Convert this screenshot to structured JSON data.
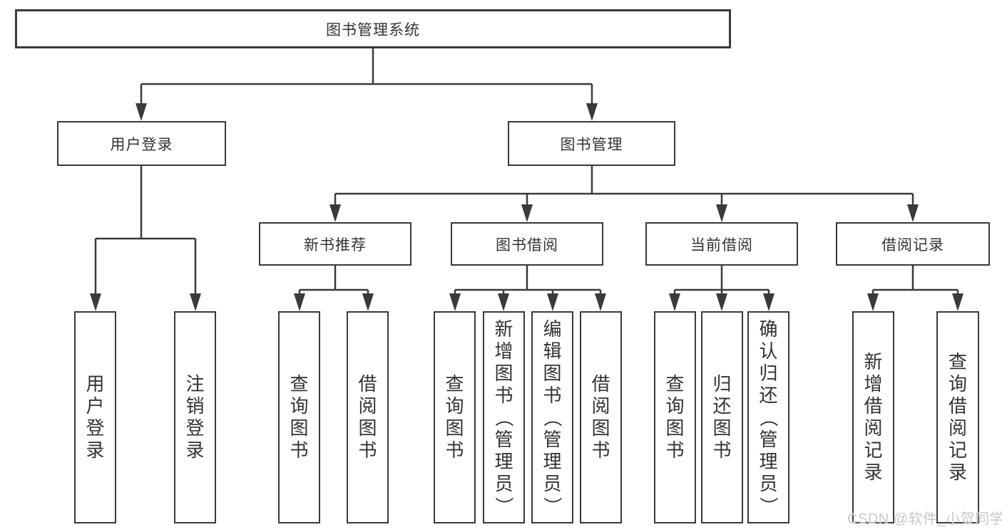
{
  "diagram": {
    "title": "图书管理系统",
    "branches": [
      {
        "label": "用户登录",
        "children": [
          "用户登录",
          "注销登录"
        ]
      },
      {
        "label": "图书管理",
        "sections": [
          {
            "label": "新书推荐",
            "children": [
              "查询图书",
              "借阅图书"
            ]
          },
          {
            "label": "图书借阅",
            "children": [
              "查询图书",
              "新增图书（管理员）",
              "编辑图书（管理员）",
              "借阅图书"
            ]
          },
          {
            "label": "当前借阅",
            "children": [
              "查询图书",
              "归还图书",
              "确认归还（管理员）"
            ]
          },
          {
            "label": "借阅记录",
            "children": [
              "新增借阅记录",
              "查询借阅记录"
            ]
          }
        ]
      }
    ]
  },
  "watermark": "CSDN @软件_小贺同学",
  "colors": {
    "line": "#3a3a3a",
    "text": "#333333",
    "background": "#ffffff",
    "watermark": "#c9c9c9"
  }
}
